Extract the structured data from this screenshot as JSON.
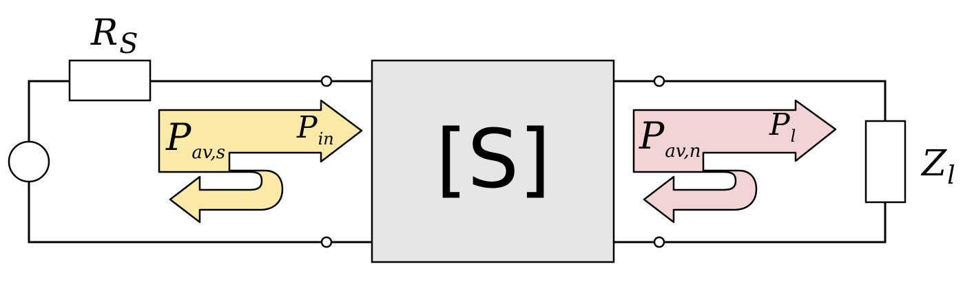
{
  "labels": {
    "source_resistor": {
      "main": "R",
      "sub": "S"
    },
    "load_impedance": {
      "main": "Z",
      "sub": "l"
    },
    "network_block": "[S]",
    "input_available_power": {
      "main": "P",
      "sub": "av,s"
    },
    "input_power": {
      "main": "P",
      "sub": "in"
    },
    "output_available_power": {
      "main": "P",
      "sub": "av,n"
    },
    "load_power": {
      "main": "P",
      "sub": "l"
    }
  },
  "colors": {
    "input_arrow_fill": "#fbe9a8",
    "output_arrow_fill": "#f3d4d4",
    "network_fill": "#e6e6e6",
    "line": "#000000"
  },
  "icons": {
    "source": "ac-voltage-source-icon",
    "resistor": "resistor-icon",
    "impedance": "impedance-icon",
    "terminal": "terminal-node-icon"
  }
}
